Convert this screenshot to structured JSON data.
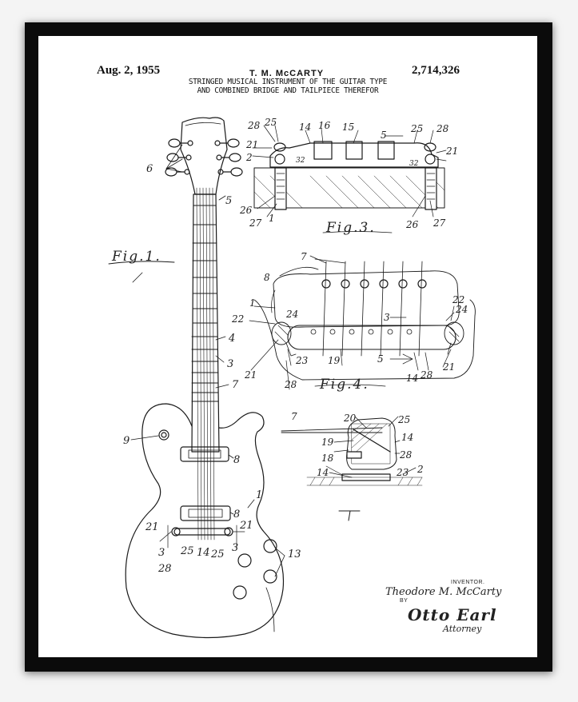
{
  "patent": {
    "date": "Aug. 2, 1955",
    "inventor_header": "T. M. McCARTY",
    "number": "2,714,326",
    "title_line1": "STRINGED MUSICAL INSTRUMENT OF THE GUITAR TYPE",
    "title_line2": "AND COMBINED BRIDGE AND TAILPIECE THEREFOR"
  },
  "figures": {
    "fig1": "Fig.1.",
    "fig3": "Fig.3.",
    "fig4": "Fig.4."
  },
  "signature": {
    "inventor_label": "INVENTOR.",
    "inventor_name": "Theodore M. McCarty",
    "by_label": "BY",
    "attorney_signature": "Otto Earl",
    "attorney_label": "Attorney"
  },
  "reference_numerals": {
    "headstock": [
      "6",
      "5"
    ],
    "neck": [
      "4",
      "3",
      "7"
    ],
    "body": [
      "9",
      "8",
      "8",
      "1",
      "21",
      "21",
      "3",
      "3",
      "25",
      "14",
      "25",
      "28",
      "13"
    ],
    "fig3": [
      "28",
      "25",
      "14",
      "16",
      "15",
      "5",
      "25",
      "28",
      "21",
      "2",
      "32",
      "32",
      "21",
      "26",
      "27",
      "1",
      "26",
      "27"
    ],
    "fig4": [
      "7",
      "8",
      "1",
      "22",
      "24",
      "24",
      "22",
      "3",
      "5",
      "21",
      "23",
      "19",
      "14",
      "28",
      "21",
      "28"
    ],
    "fig5": [
      "7",
      "20",
      "25",
      "14",
      "19",
      "28",
      "18",
      "2",
      "14",
      "23"
    ]
  },
  "colors": {
    "frame": "#0b0b0b",
    "paper": "#ffffff",
    "ink": "#1a1a1a"
  }
}
